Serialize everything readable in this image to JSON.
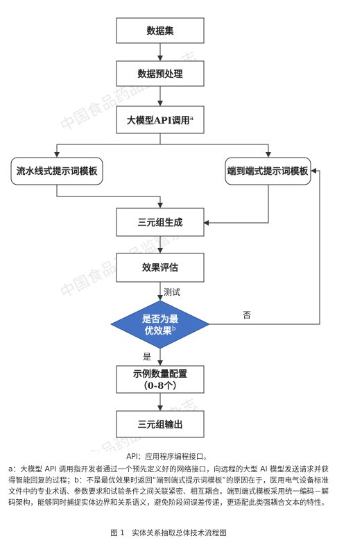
{
  "watermark": "中国食品药品监管杂志",
  "nodes": {
    "dataset": "数据集",
    "preprocess": "数据预处理",
    "llm_api": "大模型API调用",
    "llm_api_sup": "a",
    "pipeline_template": "流水线式提示词模板",
    "e2e_template": "端到端式提示词模板",
    "triple_gen": "三元组生成",
    "eval": "效果评估",
    "decision_line1": "是否为最",
    "decision_line2": "优效果",
    "decision_sup": "b",
    "example_config_line1": "示例数量配置",
    "example_config_line2": "（0-8个）",
    "triple_out": "三元组输出"
  },
  "edges": {
    "test": "测试",
    "no": "否",
    "yes": "是"
  },
  "captions": {
    "abbr": "API：应用程序编程接口。",
    "notes": "a：大模型 API 调用指开发者通过一个预先定义好的网络接口，向远程的大型 AI 模型发送请求并获得智能回复的过程；b：不是最优效果时返回“端到端式提示词模板”的原因在于，医用电气设备标准文件中的专业术语、参数要求和试验条件之间关联紧密、相互耦合。端到端式模板采用统一编码－解码架构，能够同时捕捉实体边界和关系语义，避免阶段间误差传递，更适配此类强耦合文本的特性。",
    "figure": "图 1　实体关系抽取总体技术流程图"
  }
}
